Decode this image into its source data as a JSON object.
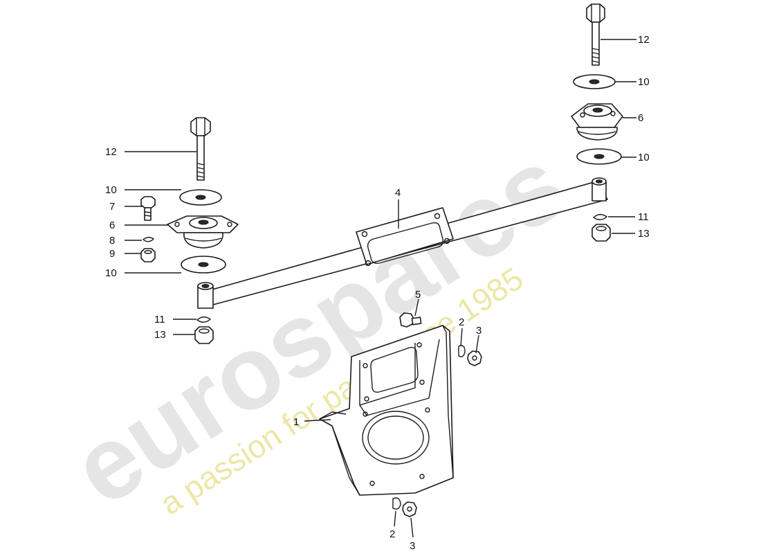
{
  "watermark": {
    "brand": "eurospares",
    "tagline": "a passion for parts since 1985",
    "brand_color": "#d0d0d0",
    "tagline_color": "#e6e08a"
  },
  "callouts": {
    "c1": "1",
    "c2a": "2",
    "c2b": "2",
    "c3a": "3",
    "c3b": "3",
    "c4": "4",
    "c5": "5",
    "c6l": "6",
    "c6r": "6",
    "c7": "7",
    "c8": "8",
    "c9": "9",
    "c10l1": "10",
    "c10l2": "10",
    "c10r1": "10",
    "c10r2": "10",
    "c11l": "11",
    "c11r": "11",
    "c12l": "12",
    "c12r": "12",
    "c13l": "13",
    "c13r": "13"
  }
}
